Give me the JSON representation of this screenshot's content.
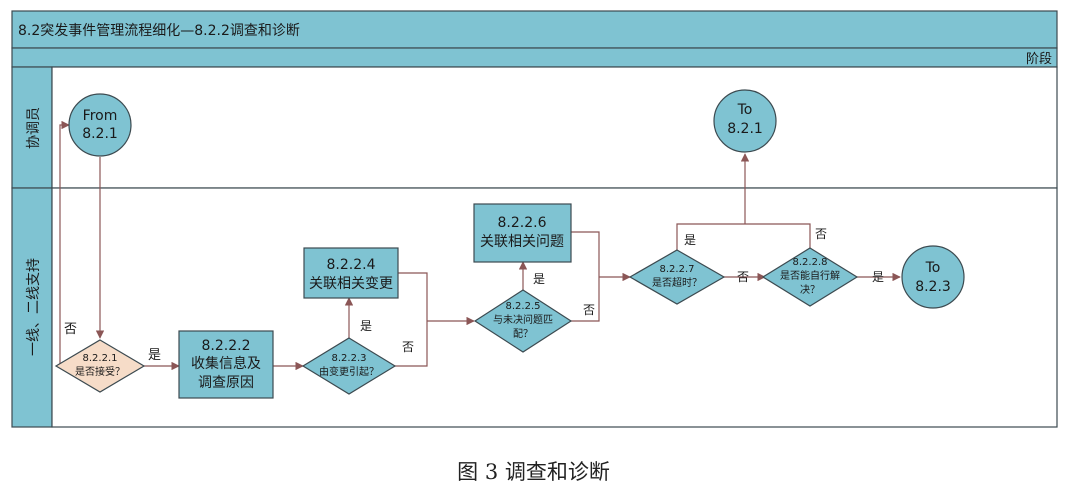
{
  "diagram": {
    "title": "8.2突发事件管理流程细化—8.2.2调查和诊断",
    "phase_label": "阶段",
    "lanes": {
      "coordinator": "协调员",
      "support": "一线、二线支持"
    },
    "nodes": {
      "from_821": {
        "line1": "From",
        "line2": "8.2.1"
      },
      "to_821": {
        "line1": "To",
        "line2": "8.2.1"
      },
      "to_823": {
        "line1": "To",
        "line2": "8.2.3"
      },
      "d_8221": {
        "line1": "8.2.2.1",
        "line2": "是否接受？"
      },
      "p_8222": {
        "line1": "8.2.2.2",
        "line2": "收集信息及",
        "line3": "调查原因"
      },
      "d_8223": {
        "line1": "8.2.2.3",
        "line2": "由变更引起？"
      },
      "p_8224": {
        "line1": "8.2.2.4",
        "line2": "关联相关变更"
      },
      "d_8225": {
        "line1": "8.2.2.5",
        "line2": "与未决问题匹",
        "line3": "配？"
      },
      "p_8226": {
        "line1": "8.2.2.6",
        "line2": "关联相关问题"
      },
      "d_8227": {
        "line1": "8.2.2.7",
        "line2": "是否超时？"
      },
      "d_8228": {
        "line1": "8.2.2.8",
        "line2": "是否能自行解",
        "line3": "决？"
      }
    },
    "edge_labels": {
      "yes": "是",
      "no": "否"
    },
    "colors": {
      "teal": "#7fc3d2",
      "decision_peach": "#f6dcc8",
      "line": "#8b5656",
      "border": "#3c4a50"
    }
  },
  "caption": "图 3 调查和诊断"
}
